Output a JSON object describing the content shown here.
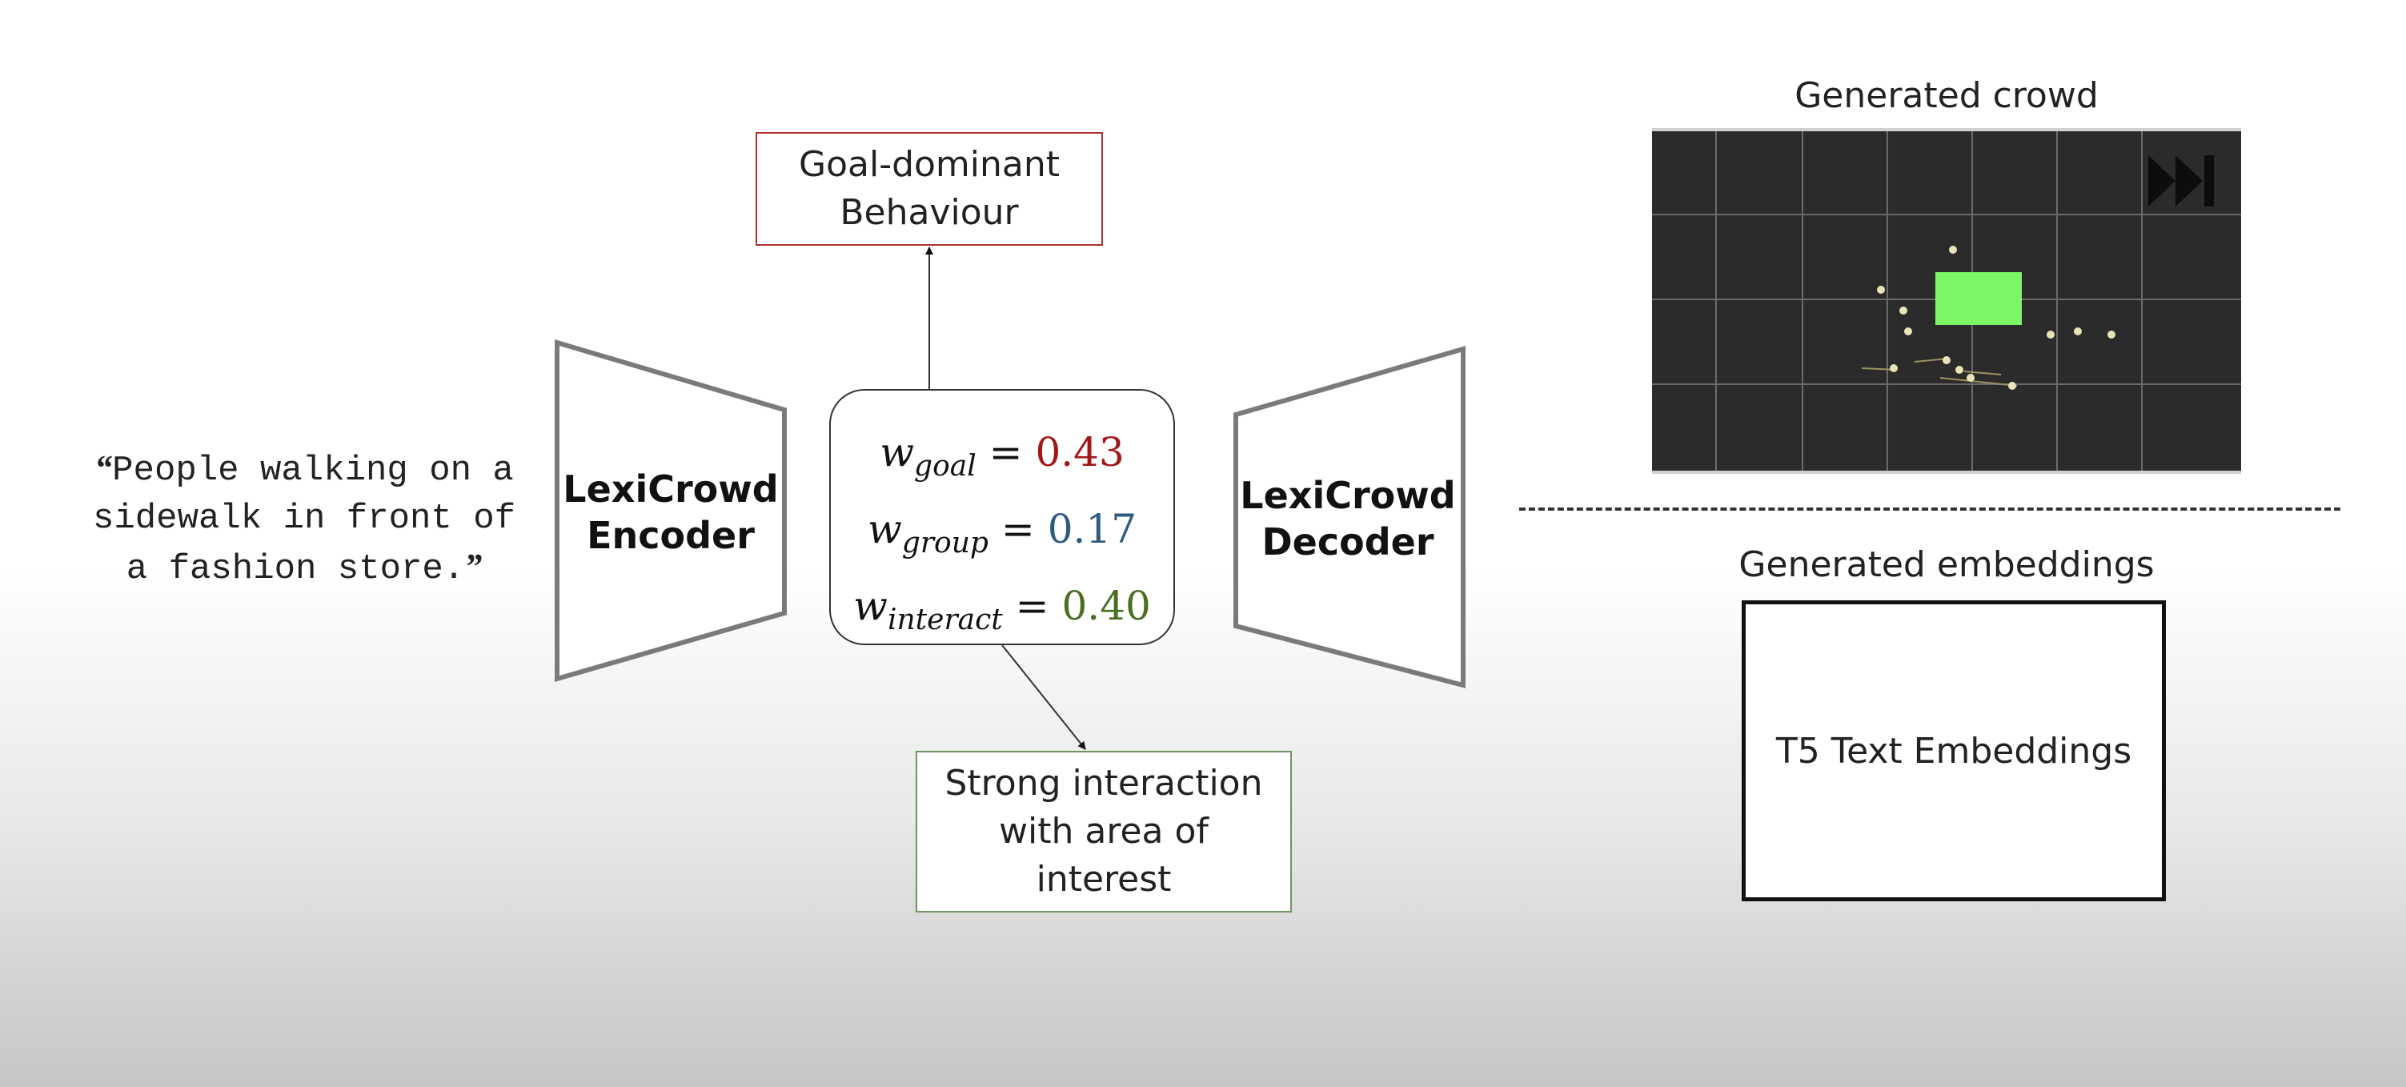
{
  "prompt": {
    "open_quote": "“",
    "line1": "People walking on a",
    "line2": "sidewalk in front of",
    "line3": "a fashion store.",
    "close_quote": "”"
  },
  "encoder": {
    "line1": "LexiCrowd",
    "line2": "Encoder"
  },
  "decoder": {
    "line1": "LexiCrowd",
    "line2": "Decoder"
  },
  "weights": [
    {
      "symbol": "w",
      "subscript": "goal",
      "equals": "=",
      "value": "0.43",
      "color": "#a01818"
    },
    {
      "symbol": "w",
      "subscript": "group",
      "equals": "=",
      "value": "0.17",
      "color": "#2f5a80"
    },
    {
      "symbol": "w",
      "subscript": "interact",
      "equals": "=",
      "value": "0.40",
      "color": "#4a6e22"
    }
  ],
  "goal_box": {
    "line1": "Goal-dominant",
    "line2": "Behaviour",
    "border_color": "#b03030"
  },
  "interaction_box": {
    "line1": "Strong interaction",
    "line2": "with area of",
    "line3": "interest",
    "border_color": "#6e9462"
  },
  "crowd_panel": {
    "title": "Generated crowd",
    "background": "#2b2b2b",
    "area_of_interest_color": "#7cf566",
    "agent_color": "#e8e4b8",
    "icon": "fast-forward-icon"
  },
  "embeddings_panel": {
    "title": "Generated embeddings",
    "box_label": "T5 Text Embeddings"
  }
}
